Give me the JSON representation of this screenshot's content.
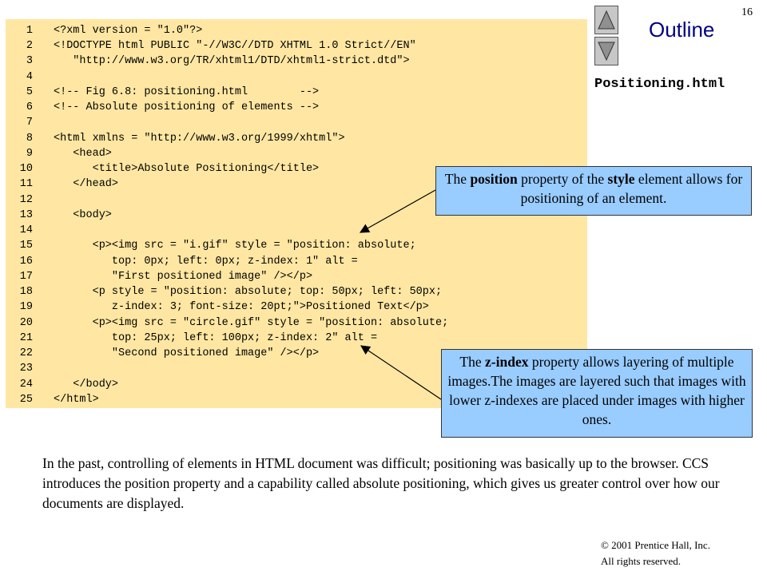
{
  "slide_number": "16",
  "outline_title": "Outline",
  "file_name": "Positioning.html",
  "code_lines": [
    {
      "n": "1",
      "text": "<?xml version = \"1.0\"?>"
    },
    {
      "n": "2",
      "text": "<!DOCTYPE html PUBLIC \"-//W3C//DTD XHTML 1.0 Strict//EN\""
    },
    {
      "n": "3",
      "text": "   \"http://www.w3.org/TR/xhtml1/DTD/xhtml1-strict.dtd\">"
    },
    {
      "n": "4",
      "text": ""
    },
    {
      "n": "5",
      "text": "<!-- Fig 6.8: positioning.html        -->"
    },
    {
      "n": "6",
      "text": "<!-- Absolute positioning of elements -->"
    },
    {
      "n": "7",
      "text": ""
    },
    {
      "n": "8",
      "text": "<html xmlns = \"http://www.w3.org/1999/xhtml\">"
    },
    {
      "n": "9",
      "text": "   <head>"
    },
    {
      "n": "10",
      "text": "      <title>Absolute Positioning</title>"
    },
    {
      "n": "11",
      "text": "   </head>"
    },
    {
      "n": "12",
      "text": ""
    },
    {
      "n": "13",
      "text": "   <body>"
    },
    {
      "n": "14",
      "text": ""
    },
    {
      "n": "15",
      "text": "      <p><img src = \"i.gif\" style = \"position: absolute;"
    },
    {
      "n": "16",
      "text": "         top: 0px; left: 0px; z-index: 1\" alt ="
    },
    {
      "n": "17",
      "text": "         \"First positioned image\" /></p>"
    },
    {
      "n": "18",
      "text": "      <p style = \"position: absolute; top: 50px; left: 50px;"
    },
    {
      "n": "19",
      "text": "         z-index: 3; font-size: 20pt;\">Positioned Text</p>"
    },
    {
      "n": "20",
      "text": "      <p><img src = \"circle.gif\" style = \"position: absolute;"
    },
    {
      "n": "21",
      "text": "         top: 25px; left: 100px; z-index: 2\" alt ="
    },
    {
      "n": "22",
      "text": "         \"Second positioned image\" /></p>"
    },
    {
      "n": "23",
      "text": ""
    },
    {
      "n": "24",
      "text": "   </body>"
    },
    {
      "n": "25",
      "text": "</html>"
    }
  ],
  "callout_position": {
    "text_1": "The ",
    "bold_1": "position",
    "text_2": " property of the ",
    "bold_2": "style",
    "text_3": " element allows for positioning of an element."
  },
  "callout_zindex": {
    "text_1": "The ",
    "bold_1": "z-index",
    "text_2": " property allows layering of multiple images.The images are layered such that images with lower z-indexes are placed under images with higher ones."
  },
  "body_text": "In the past, controlling of elements in HTML document was difficult; positioning was basically up to the browser. CCS introduces the position property and a capability called absolute positioning, which gives us greater control over how our documents are displayed.",
  "copyright_line1": "© 2001 Prentice Hall, Inc.",
  "copyright_line2": "All rights reserved.",
  "colors": {
    "code_background": "#FFE7A3",
    "callout_background": "#99CCFF",
    "outline_title": "#000080",
    "tag_color": "#000080"
  }
}
